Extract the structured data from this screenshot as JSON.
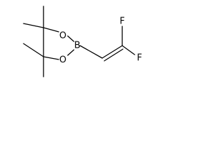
{
  "molecule": {
    "atoms": {
      "o_top": "O",
      "o_bottom": "O",
      "boron": "B",
      "f_top": "F",
      "f_bottom": "F"
    }
  }
}
